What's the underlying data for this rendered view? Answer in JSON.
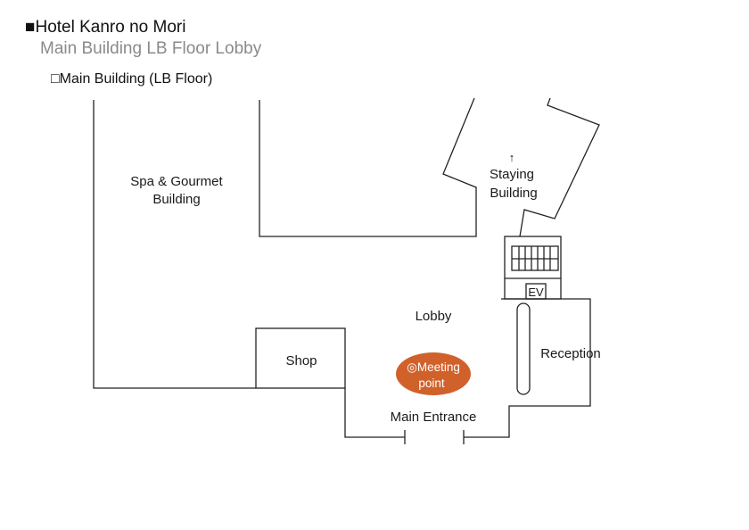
{
  "header": {
    "hotel_title": "■Hotel Kanro no Mori",
    "subtitle": "Main Building LB Floor Lobby",
    "floor_label": "□Main Building (LB Floor)"
  },
  "map": {
    "spa_line1": "Spa & Gourmet",
    "spa_line2": "Building",
    "arrow": "↑",
    "staying_line1": "Staying",
    "staying_line2": "Building",
    "ev": "EV",
    "lobby": "Lobby",
    "reception": "Reception",
    "shop": "Shop",
    "meeting_line1": "◎Meeting",
    "meeting_line2": "point",
    "entrance": "Main Entrance"
  },
  "colors": {
    "meeting_point": "#d0612b",
    "subtitle": "#8a8a8a",
    "lines": "#222222"
  }
}
